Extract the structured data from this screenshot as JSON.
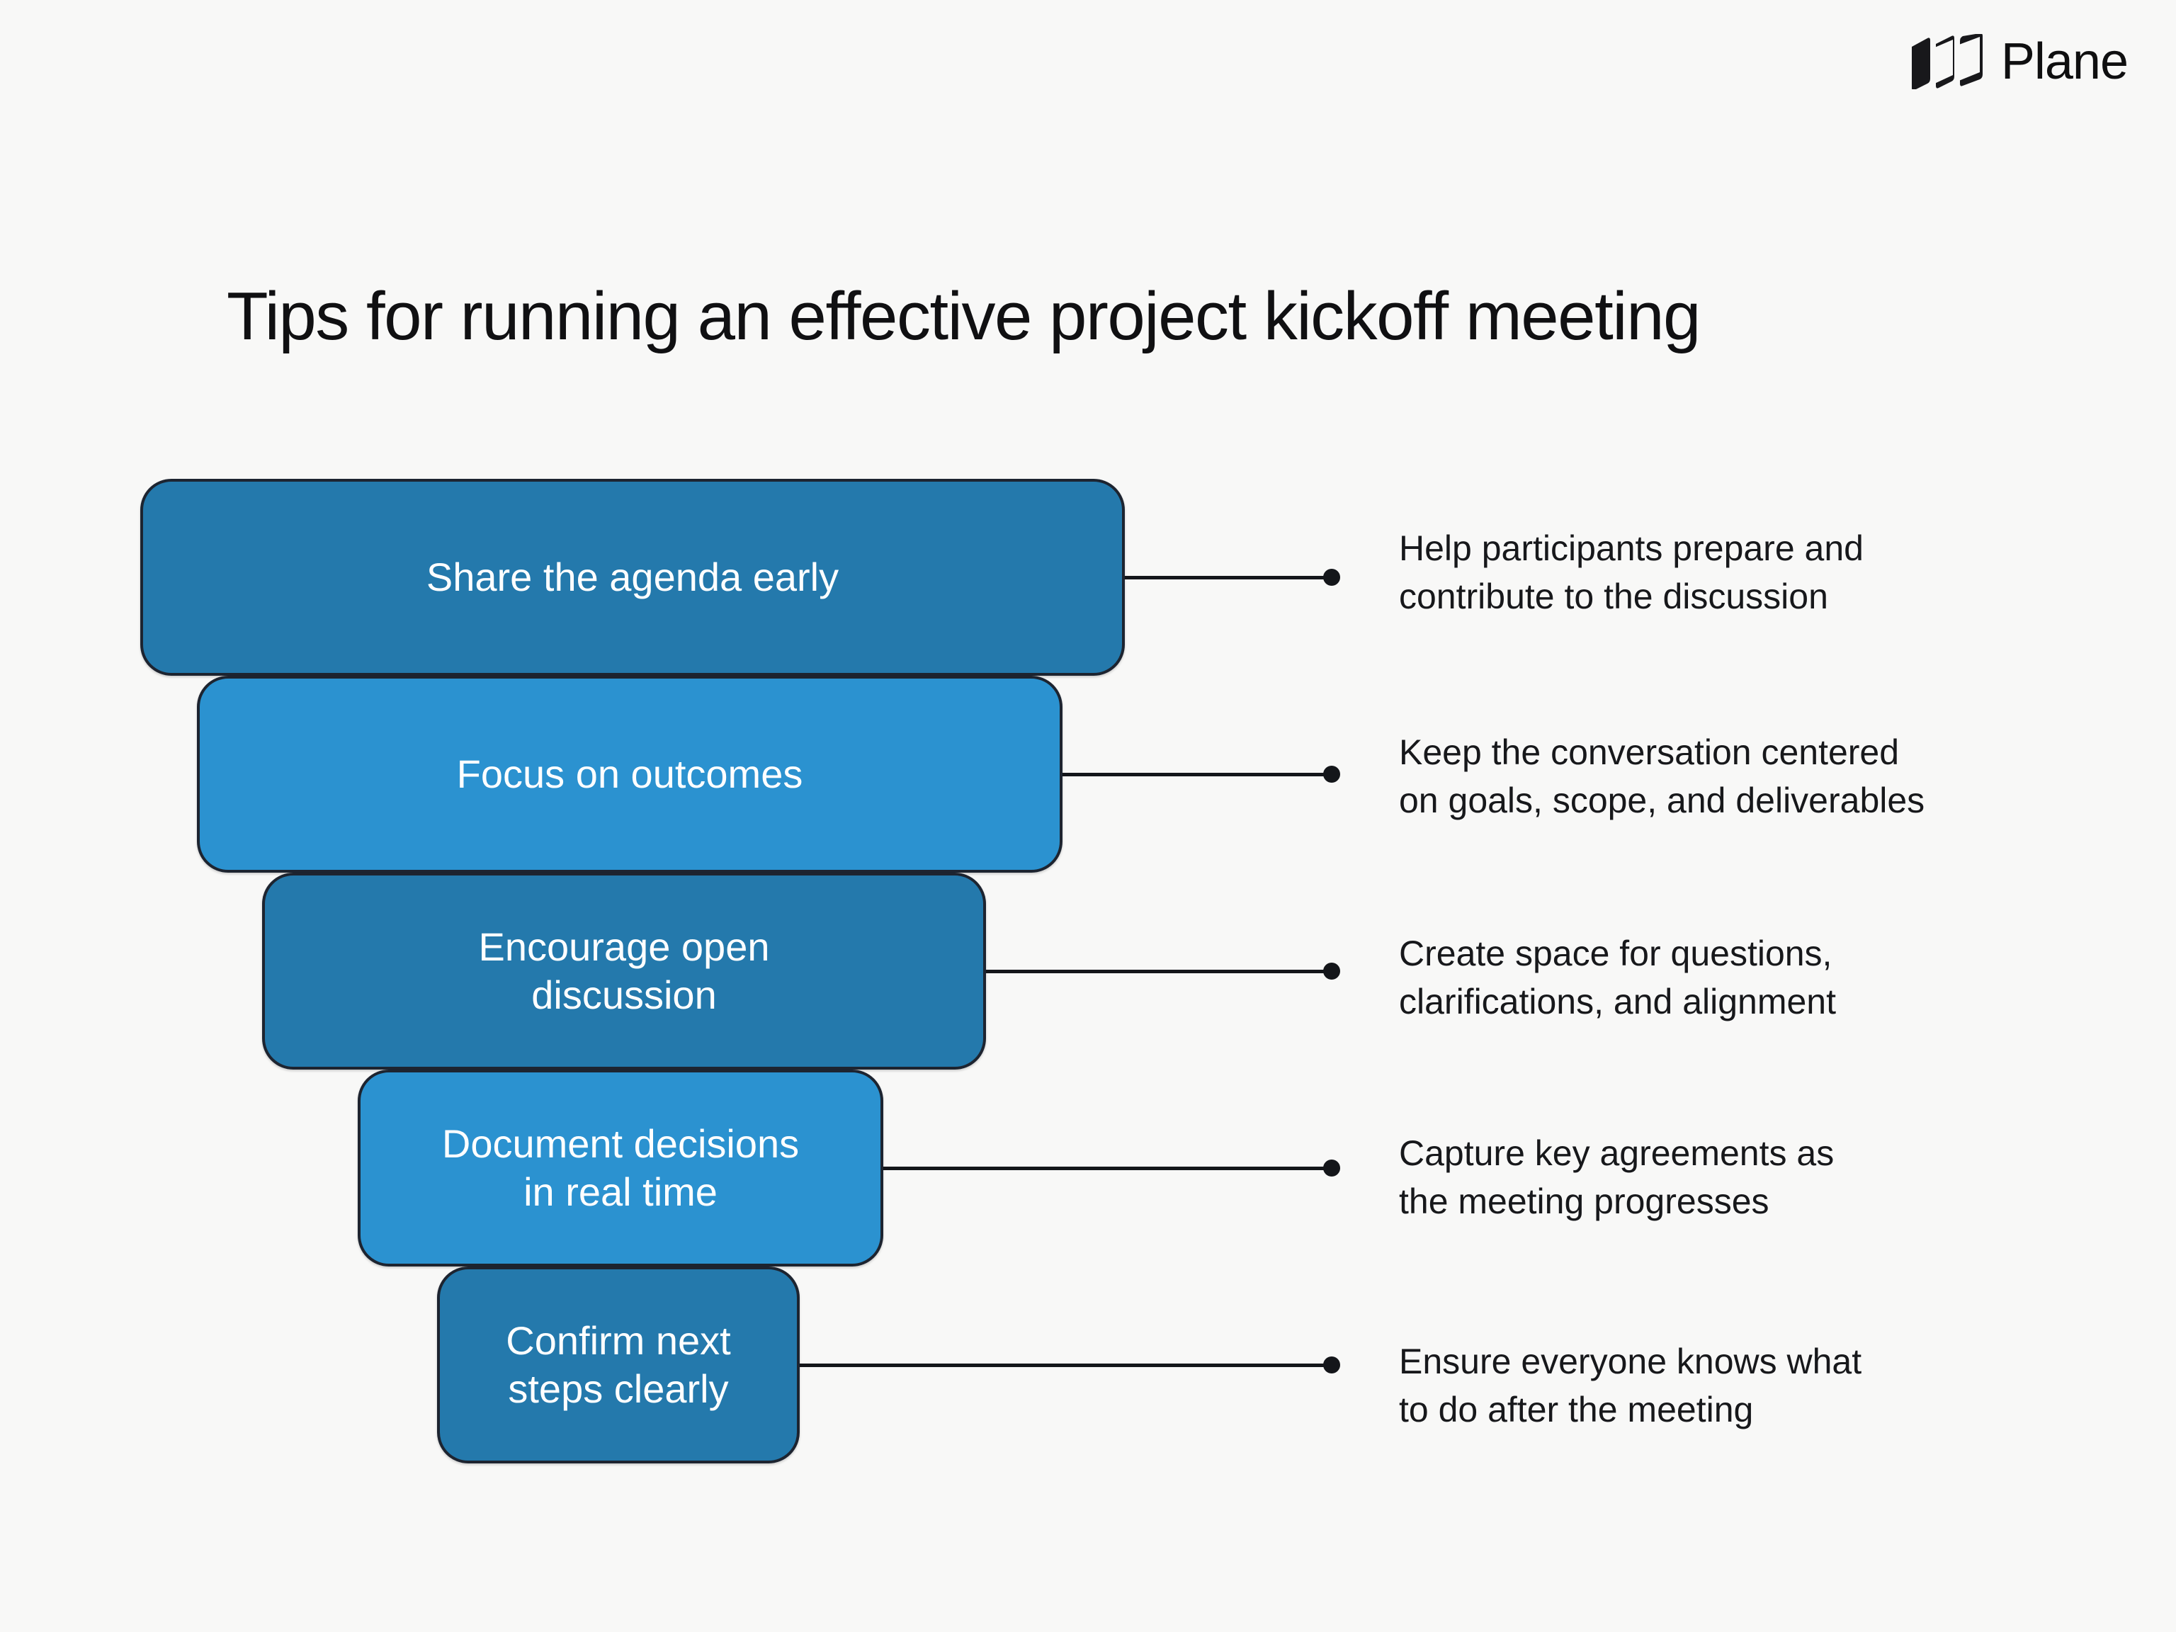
{
  "brand": {
    "logo_icon": "plane-logo-icon",
    "name": "Plane"
  },
  "title": "Tips for running an effective project kickoff meeting",
  "colors": {
    "background": "#f8f8f7",
    "bar_dark": "#2479ac",
    "bar_light": "#2b92d0",
    "bar_border": "#1d2430",
    "connector": "#14161a",
    "title_text": "#101012",
    "bar_text": "#ffffff",
    "desc_text": "#17181b"
  },
  "chart_data": {
    "type": "funnel",
    "title": "Tips for running an effective project kickoff meeting",
    "steps": [
      {
        "label": "Share the agenda early",
        "description": "Help participants prepare and\ncontribute to the discussion",
        "shade": "dark"
      },
      {
        "label": "Focus on outcomes",
        "description": "Keep the conversation centered\non goals, scope, and deliverables",
        "shade": "light"
      },
      {
        "label": "Encourage open\ndiscussion",
        "description": "Create space for questions,\nclarifications, and alignment",
        "shade": "dark"
      },
      {
        "label": "Document decisions\nin real time",
        "description": "Capture key agreements as\nthe meeting progresses",
        "shade": "light"
      },
      {
        "label": "Confirm next\nsteps clearly",
        "description": "Ensure everyone knows what\nto do after the meeting",
        "shade": "dark"
      }
    ]
  }
}
